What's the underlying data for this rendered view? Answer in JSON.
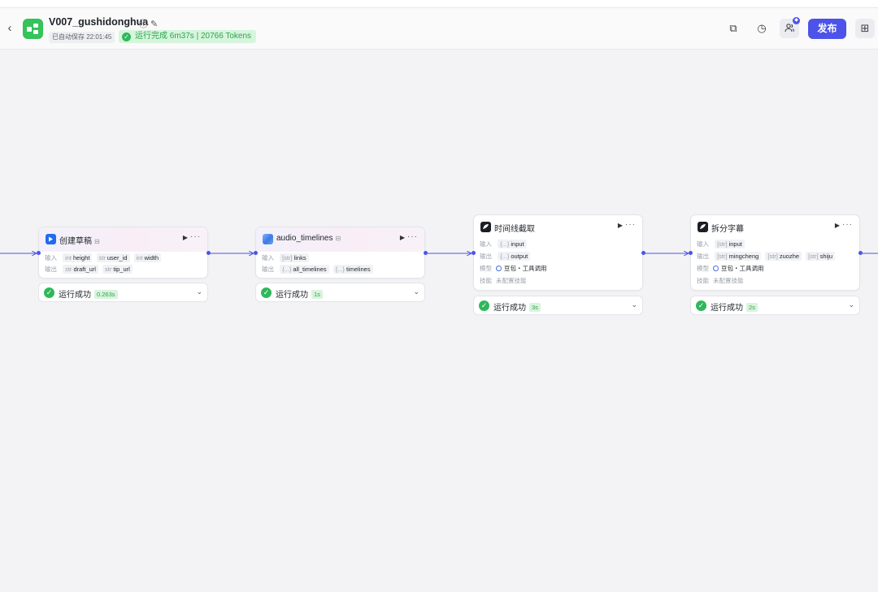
{
  "header": {
    "back": "‹",
    "title": "V007_gushidonghua",
    "autosave": "已自动保存 22:01:45",
    "run_status": "运行完成 6m37s | 20766 Tokens",
    "publish_label": "发布"
  },
  "nodes": [
    {
      "title": "创建草稿",
      "rows": [
        {
          "label": "输入",
          "chips": [
            {
              "type": "int",
              "name": "height"
            },
            {
              "type": "str",
              "name": "user_id"
            },
            {
              "type": "int",
              "name": "width"
            }
          ]
        },
        {
          "label": "输出",
          "chips": [
            {
              "type": "str",
              "name": "draft_url"
            },
            {
              "type": "str",
              "name": "tip_url"
            }
          ]
        }
      ],
      "status": "运行成功",
      "time": "0.263s"
    },
    {
      "title": "audio_timelines",
      "rows": [
        {
          "label": "输入",
          "chips": [
            {
              "type": "[str]",
              "name": "links"
            }
          ]
        },
        {
          "label": "输出",
          "chips": [
            {
              "type": "{...}",
              "name": "all_timelines"
            },
            {
              "type": "{...}",
              "name": "timelines"
            }
          ]
        }
      ],
      "status": "运行成功",
      "time": "1s"
    },
    {
      "title": "时间线截取",
      "rows": [
        {
          "label": "输入",
          "chips": [
            {
              "type": "{...}",
              "name": "input"
            }
          ]
        },
        {
          "label": "输出",
          "chips": [
            {
              "type": "{...}",
              "name": "output"
            }
          ]
        }
      ],
      "model_label": "模型",
      "model": "豆包・工具调用",
      "skills_label": "技能",
      "skills": "未配置技能",
      "status": "运行成功",
      "time": "3s"
    },
    {
      "title": "拆分字幕",
      "rows": [
        {
          "label": "输入",
          "chips": [
            {
              "type": "[str]",
              "name": "input"
            }
          ]
        },
        {
          "label": "输出",
          "chips": [
            {
              "type": "[str]",
              "name": "mingcheng"
            },
            {
              "type": "[str]",
              "name": "zuozhe"
            },
            {
              "type": "[str]",
              "name": "shiju"
            }
          ]
        }
      ],
      "model_label": "模型",
      "model": "豆包・工具调用",
      "skills_label": "技能",
      "skills": "未配置技能",
      "status": "运行成功",
      "time": "2s"
    }
  ],
  "icons": {
    "app": "workflow-icon",
    "info": "info-icon",
    "edit": "edit-icon",
    "duplicate": "copy-icon",
    "history": "history-icon",
    "collaborators": "users-icon",
    "more_panel": "panel-icon",
    "play": "play-icon",
    "more": "more-icon"
  },
  "colors": {
    "accent": "#4d53e8",
    "success": "#2fb85a",
    "app_icon": "#35c35a"
  }
}
